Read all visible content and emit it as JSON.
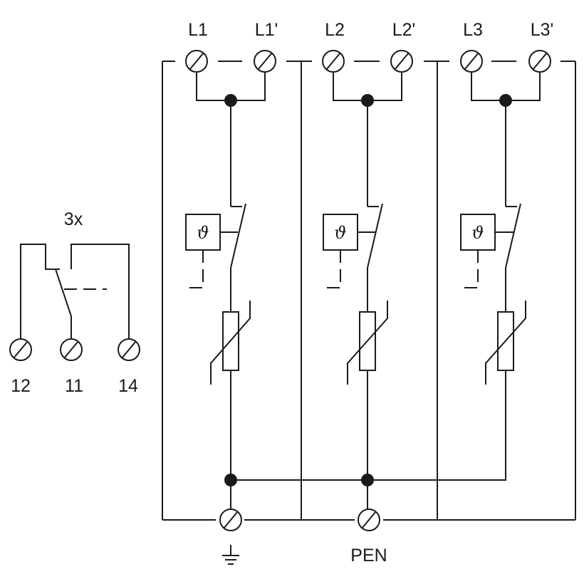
{
  "terminals": {
    "L1": "L1",
    "L1p": "L1'",
    "L2": "L2",
    "L2p": "L2'",
    "L3": "L3",
    "L3p": "L3'",
    "aux_12": "12",
    "aux_11": "11",
    "aux_14": "14",
    "pen": "PEN"
  },
  "aux_multiplier": "3x",
  "thermal_symbol": "ϑ",
  "colors": {
    "line": "#1a1a1a",
    "background": "#ffffff"
  }
}
